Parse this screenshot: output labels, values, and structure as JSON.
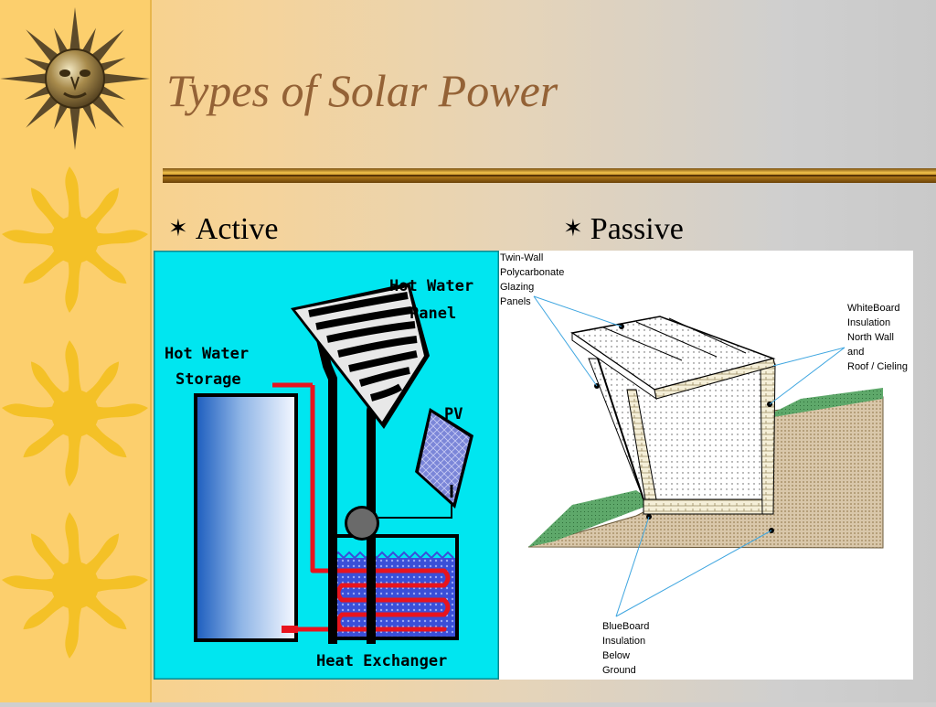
{
  "slide": {
    "title": "Types of Solar Power",
    "bullets": [
      {
        "text": "Active"
      },
      {
        "text": "Passive"
      }
    ]
  },
  "active_diagram": {
    "hot_water_panel_line1": "Hot Water",
    "hot_water_panel_line2": "Panel",
    "hot_water_storage_line1": "Hot Water",
    "hot_water_storage_line2": "Storage",
    "pv": "PV",
    "heat_exchanger": "Heat Exchanger"
  },
  "passive_diagram": {
    "glazing_label": [
      "Twin-Wall",
      "Polycarbonate",
      "Glazing",
      "Panels"
    ],
    "whiteboard_label": [
      "WhiteBoard",
      "Insulation",
      "North Wall",
      "and",
      "Roof / Cieling"
    ],
    "blueboard_label": [
      "BlueBoard",
      "Insulation",
      "Below",
      "Ground"
    ]
  },
  "colors": {
    "title": "#946236",
    "border": "#fccf6d",
    "active_bg": "#00e6f0",
    "pipe_red": "#e8141e",
    "leader_blue": "#3fa6e0"
  },
  "icons": [
    "sun-icon",
    "star-bullet-icon"
  ]
}
